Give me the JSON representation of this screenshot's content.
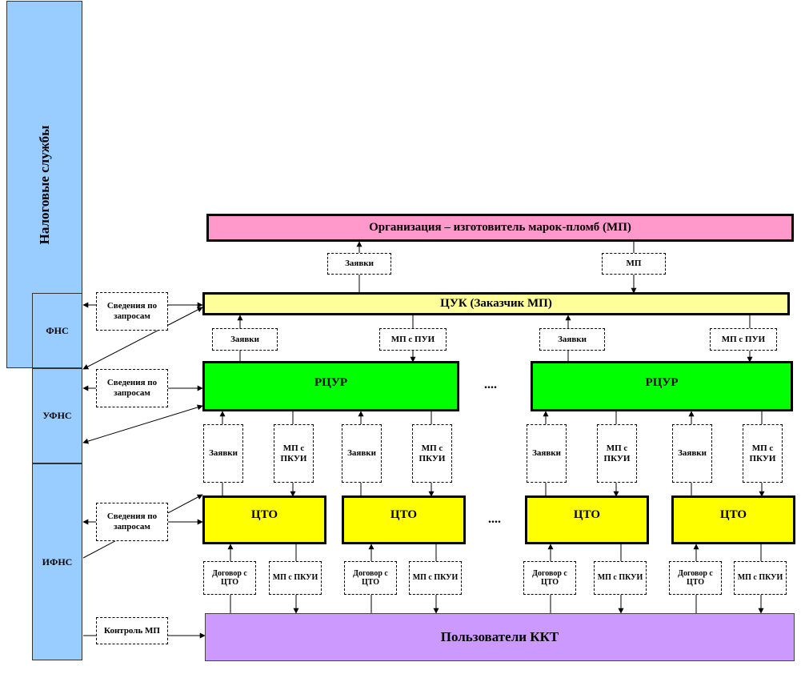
{
  "side": {
    "tax": "Налоговые службы",
    "fns": "ФНС",
    "ufns": "УФНС",
    "ifns": "ИФНС"
  },
  "left_notes": {
    "n1": "Сведения по запросам",
    "n2": "Сведения по запросам",
    "n3": "Сведения по запросам",
    "n4": "Контроль МП"
  },
  "boxes": {
    "org": "Организация – изготовитель марок-пломб (МП)",
    "cuk": "ЦУК (Заказчик МП)",
    "rcur": "РЦУР",
    "cto": "ЦТО",
    "users": "Пользователи ККТ",
    "ellipsis": "...."
  },
  "flows": {
    "requests": "Заявки",
    "mp": "МП",
    "mp_pui": "МП с ПУИ",
    "mp_pkui": "МП с ПКУИ",
    "contract": "Договор с ЦТО"
  },
  "colors": {
    "side": "#99ccff",
    "org": "#ff99cc",
    "cuk": "#ffff99",
    "rcur": "#00ff00",
    "cto": "#ffff00",
    "users": "#cc99ff"
  }
}
